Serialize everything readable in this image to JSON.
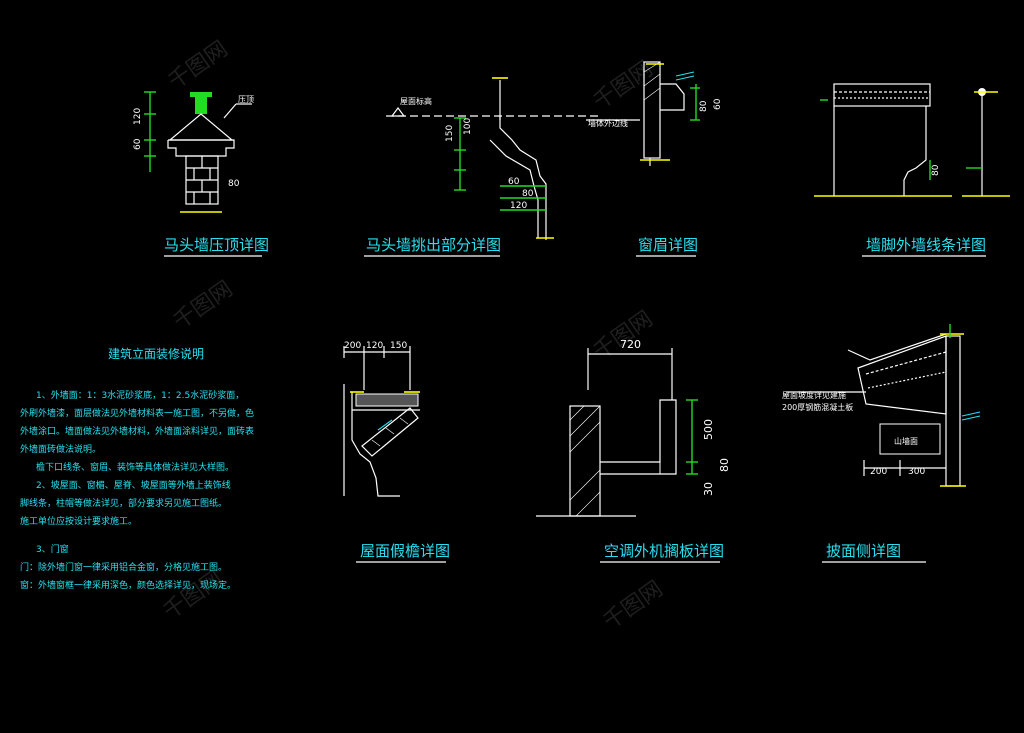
{
  "titles": {
    "t1": "马头墙压顶详图",
    "t2": "马头墙挑出部分详图",
    "t3": "窗眉详图",
    "t4": "墙脚外墙线条详图",
    "t5": "屋面假檐详图",
    "t6": "空调外机搁板详图",
    "t7": "披面侧详图"
  },
  "notes": {
    "heading": "建筑立面装修说明",
    "lines": [
      "1、外墙面：1：3水泥砂浆底，1：2.5水泥砂浆面，",
      "外刷外墙漆，面层做法见外墙材料表一施工图，不另做，色",
      "外墙涂口。墙面做法见外墙材料，外墙面涂料详见，面砖表",
      "外墙面砖做法说明。",
      "檐下口线条、窗眉、装饰等具体做法详见大样图。",
      "2、坡屋面、窗楣、屋脊、坡屋面等外墙上装饰线",
      "脚线条，柱帽等做法详见，部分要求另见施工图纸。",
      "施工单位应按设计要求施工。",
      "3、门窗",
      "门：除外墙门窗一律采用铝合金窗，分格见施工图。",
      "窗：外墙窗框一律采用深色，颜色选择详见，现场定。"
    ]
  },
  "labels": {
    "ya_ding": "压顶",
    "floor_line": "屋面标高",
    "wall_line": "墙体外边线",
    "roof_note_1": "屋面坡度详见建施",
    "roof_note_2": "200厚钢筋混凝土板",
    "gable": "山墙面"
  },
  "dims": {
    "d720": "720",
    "d500": "500",
    "d80": "80",
    "d30": "30",
    "d200": "200",
    "d120": "120",
    "d150": "150",
    "d300": "300",
    "d80b": "80",
    "d100": "100",
    "d60": "60"
  },
  "watermark": "千图网",
  "colors": {
    "background": "#000000",
    "title_cyan": "#28e0f0",
    "line_white": "#ffffff",
    "line_green": "#22dd22",
    "line_yellow": "#ffff00"
  }
}
